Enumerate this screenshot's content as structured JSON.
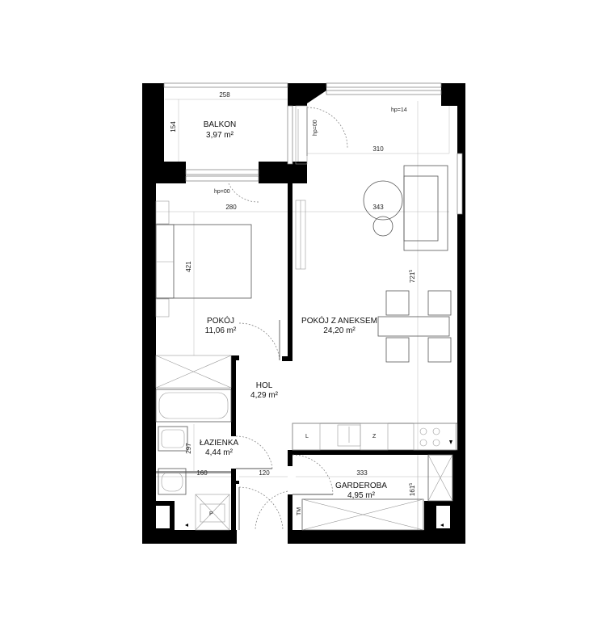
{
  "rooms": {
    "balkon": {
      "name": "BALKON",
      "area": "3,97 m²"
    },
    "pokoj": {
      "name": "POKÓJ",
      "area": "11,06 m²"
    },
    "pokoj_z_aneksem": {
      "name": "POKÓJ Z ANEKSEM",
      "area": "24,20 m²"
    },
    "hol": {
      "name": "HOL",
      "area": "4,29 m²"
    },
    "lazienka": {
      "name": "ŁAZIENKA",
      "area": "4,44 m²"
    },
    "garderoba": {
      "name": "GARDEROBA",
      "area": "4,95 m²"
    }
  },
  "dimensions": {
    "balkon_width": "258",
    "balkon_depth": "154",
    "living_top_width": "310",
    "bedroom_width": "280",
    "living_width": "343",
    "bedroom_depth": "421",
    "living_depth": "721",
    "living_depth_sup": "5",
    "bath_depth": "297",
    "bath_width": "160",
    "hall_width": "120",
    "wardrobe_width": "333",
    "wardrobe_depth": "161",
    "wardrobe_depth_sup": "5"
  },
  "notes": {
    "hp_balcony_door": "hp=00",
    "hp_window_top": "hp=14",
    "hp_side_door": "hp=00",
    "kitchen_left": "L",
    "kitchen_right": "Z",
    "bath_p": "P",
    "wm": "TM"
  }
}
